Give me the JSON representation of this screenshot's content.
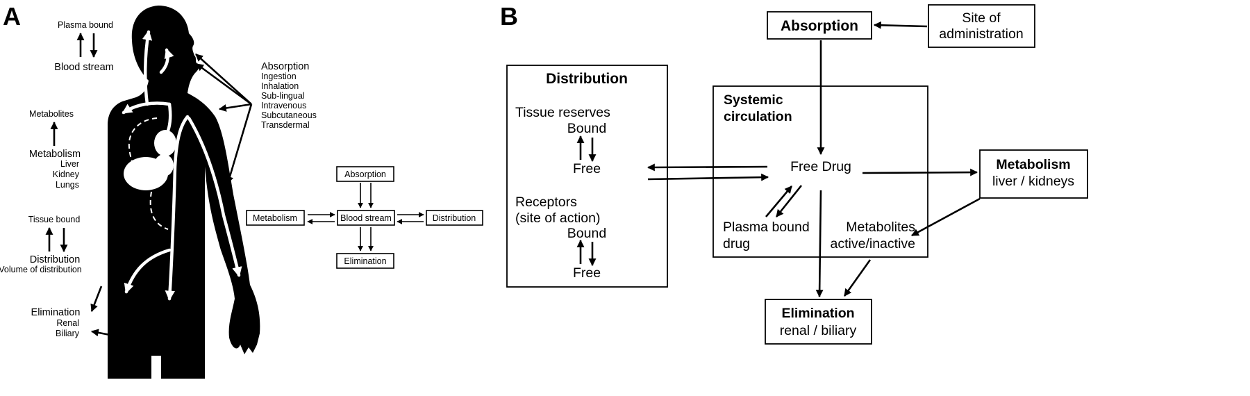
{
  "panel_a": {
    "letter": "A",
    "plasma_bound": "Plasma bound",
    "blood_stream": "Blood stream",
    "metabolites": "Metabolites",
    "metabolism": "Metabolism",
    "metabolism_sites": [
      "Liver",
      "Kidney",
      "Lungs"
    ],
    "tissue_bound": "Tissue bound",
    "distribution": "Distribution",
    "volume_of_distribution": "Volume of distribution",
    "elimination": "Elimination",
    "elimination_routes": [
      "Renal",
      "Biliary"
    ],
    "absorption": "Absorption",
    "absorption_routes": [
      "Ingestion",
      "Inhalation",
      "Sub-lingual",
      "Intravenous",
      "Subcutaneous",
      "Transdermal"
    ],
    "flow": {
      "absorption": "Absorption",
      "metabolism": "Metabolism",
      "blood_stream": "Blood stream",
      "distribution": "Distribution",
      "elimination": "Elimination"
    }
  },
  "panel_b": {
    "letter": "B",
    "absorption": "Absorption",
    "site_of_administration": [
      "Site of",
      "administration"
    ],
    "distribution": {
      "title": "Distribution",
      "tissue_reserves": "Tissue reserves",
      "bound_1": "Bound",
      "free_1": "Free",
      "receptors": [
        "Receptors",
        "(site of action)"
      ],
      "bound_2": "Bound",
      "free_2": "Free"
    },
    "systemic": {
      "title": [
        "Systemic",
        "circulation"
      ],
      "free_drug": "Free Drug",
      "plasma_bound": [
        "Plasma bound",
        "drug"
      ],
      "metabolites": [
        "Metabolites",
        "active/inactive"
      ]
    },
    "metabolism": {
      "title": "Metabolism",
      "sub": "liver / kidneys"
    },
    "elimination": {
      "title": "Elimination",
      "sub": "renal / biliary"
    }
  }
}
